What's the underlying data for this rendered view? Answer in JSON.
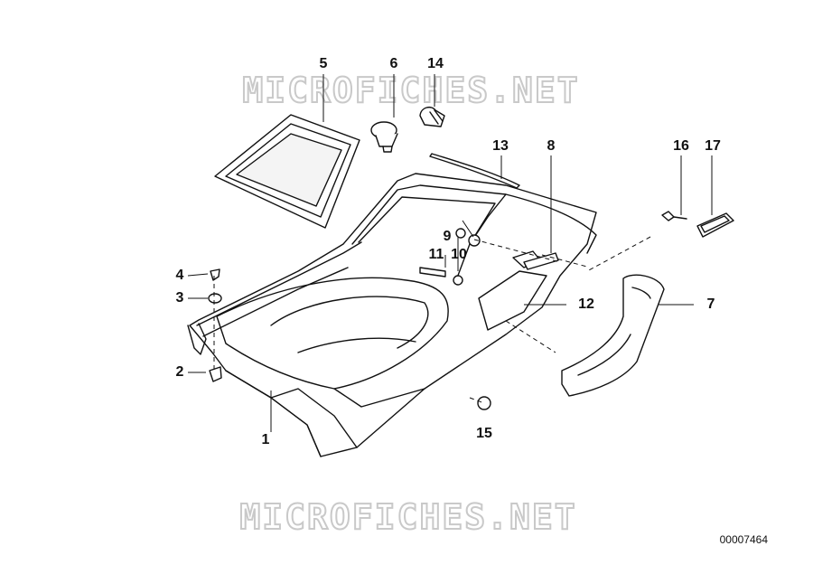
{
  "watermark": {
    "text": "MICROFICHES.NET"
  },
  "document_id": "00007464",
  "callouts": [
    "1",
    "2",
    "3",
    "4",
    "5",
    "6",
    "7",
    "8",
    "9",
    "10",
    "11",
    "12",
    "13",
    "14",
    "15",
    "16",
    "17"
  ]
}
